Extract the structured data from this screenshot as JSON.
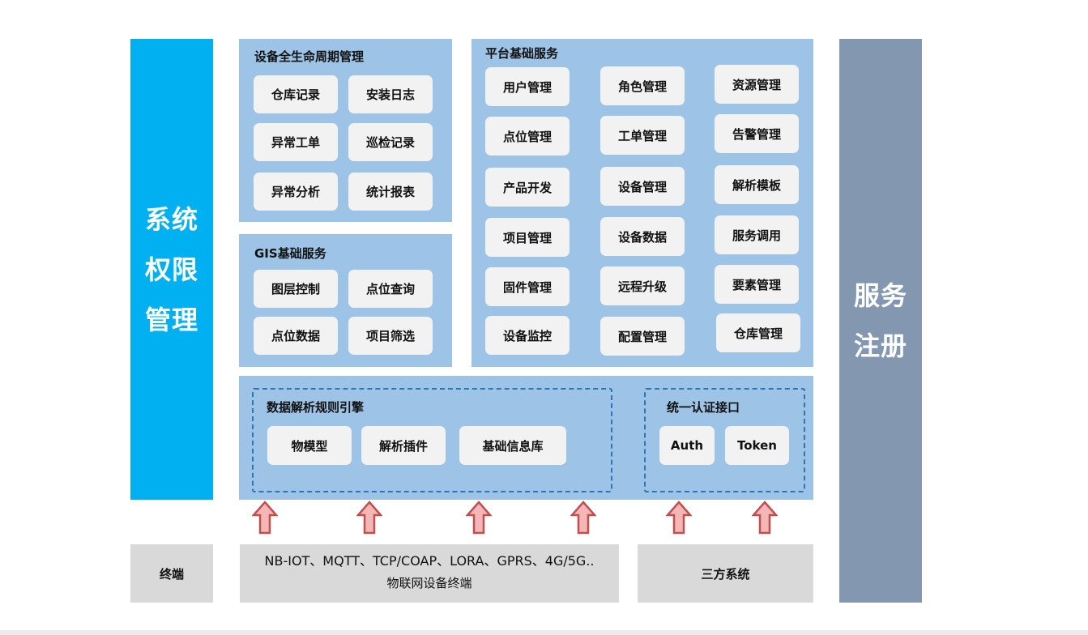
{
  "left_bar": {
    "lines": [
      "系统",
      "权限",
      "管理"
    ]
  },
  "right_bar": {
    "lines": [
      "服务",
      "注册"
    ]
  },
  "lifecycle": {
    "title": "设备全生命周期管理",
    "items": [
      "仓库记录",
      "安装日志",
      "异常工单",
      "巡检记录",
      "异常分析",
      "统计报表"
    ]
  },
  "gis": {
    "title": "GIS基础服务",
    "items": [
      "图层控制",
      "点位查询",
      "点位数据",
      "项目筛选"
    ]
  },
  "platform": {
    "title": "平台基础服务",
    "col1": [
      "用户管理",
      "点位管理",
      "产品开发",
      "项目管理",
      "固件管理",
      "设备监控"
    ],
    "col2": [
      "角色管理",
      "工单管理",
      "设备管理",
      "设备数据",
      "远程升级",
      "配置管理"
    ],
    "col3": [
      "资源管理",
      "告警管理",
      "解析模板",
      "服务调用",
      "要素管理",
      "仓库管理"
    ]
  },
  "rules_engine": {
    "title": "数据解析规则引擎",
    "items": [
      "物模型",
      "解析插件",
      "基础信息库"
    ]
  },
  "auth": {
    "title": "统一认证接口",
    "items": [
      "Auth",
      "Token"
    ]
  },
  "terminal": {
    "label": "终端"
  },
  "protocols": {
    "line1": "NB-IOT、MQTT、TCP/COAP、LORA、GPRS、4G/5G..",
    "line2": "物联网设备终端"
  },
  "third_party": {
    "label": "三方系统"
  },
  "colors": {
    "left_bar": "#00b0f0",
    "right_bar": "#8497b0",
    "panel": "#9dc3e6",
    "chip": "#f2f2f2",
    "dashed_border": "#2e75b6",
    "grey_box": "#d9d9d9",
    "arrow_fill": "#f4b6b6",
    "arrow_stroke": "#c0504d"
  }
}
